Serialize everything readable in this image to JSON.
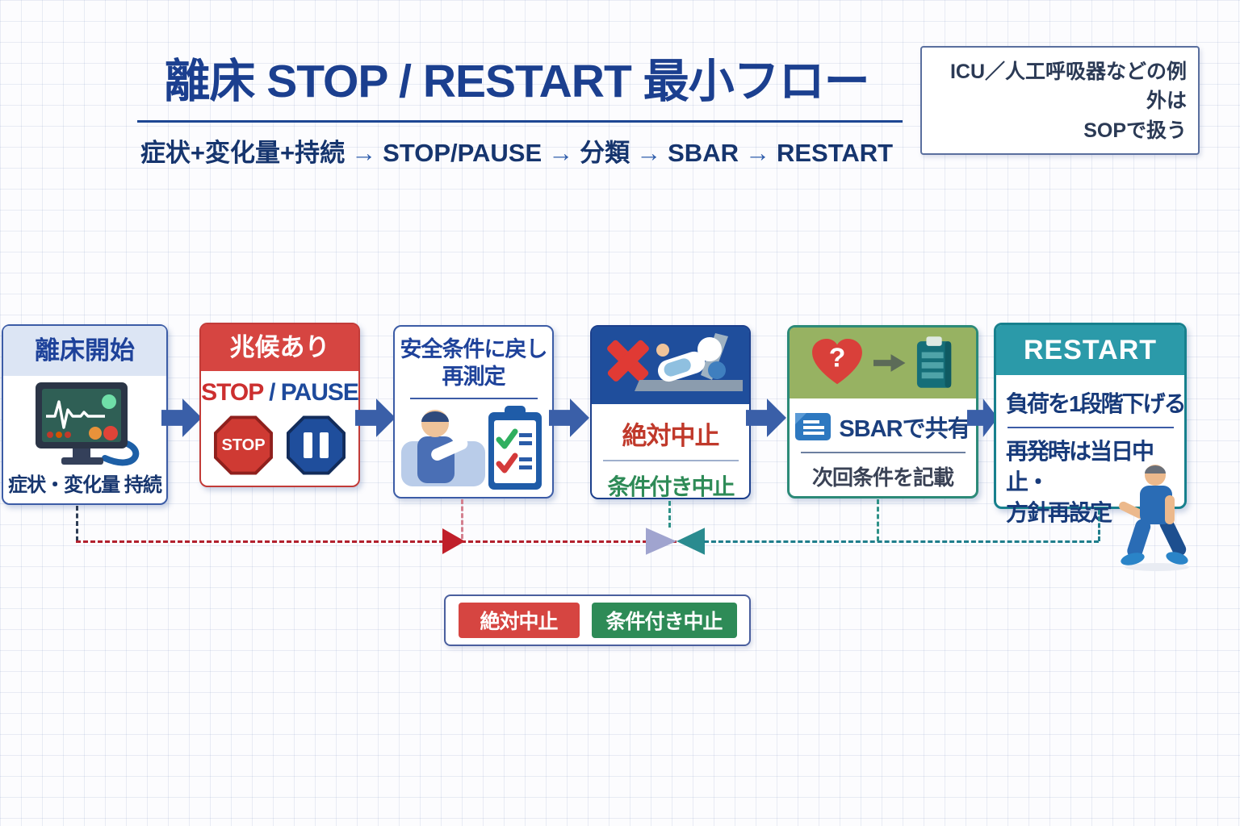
{
  "header": {
    "title": "離床 STOP / RESTART 最小フロー",
    "note_line1": "ICU／人工呼吸器などの例外は",
    "note_line2": "SOPで扱う"
  },
  "subtitle": {
    "seg1": "症状+変化量+持続",
    "seg2": "STOP/PAUSE",
    "seg3": "分類",
    "seg4": "SBAR",
    "seg5": "RESTART",
    "arrow": "→"
  },
  "steps": {
    "start": {
      "header": "離床開始",
      "caption": "症状・変化量 持続",
      "icon": "patient-monitor-icon"
    },
    "sign": {
      "header": "兆候あり",
      "stop_word": "STOP",
      "slash": "/",
      "pause_word": "PAUSE",
      "stop_sign_label": "STOP",
      "icons": [
        "stop-sign-icon",
        "pause-icon"
      ]
    },
    "remeasure": {
      "title_line1": "安全条件に戻し",
      "title_line2": "再測定",
      "icon": "patient-checklist-icon"
    },
    "classify": {
      "absolute": "絶対中止",
      "conditional": "条件付き中止",
      "icons": [
        "x-mark-icon",
        "bed-patient-icon"
      ]
    },
    "sbar": {
      "share": "SBARで共有",
      "note": "次回条件を記載",
      "question_mark": "?",
      "icons": [
        "heart-question-icon",
        "arrow-right-icon",
        "record-clipboard-icon",
        "document-icon"
      ]
    },
    "restart": {
      "header": "RESTART",
      "line1": "負荷を1段階下げる",
      "line2": "再発時は当日中止・",
      "line3": "方針再設定",
      "icon": "walking-person-icon"
    }
  },
  "legend": {
    "absolute": "絶対中止",
    "conditional": "条件付き中止"
  },
  "colors": {
    "brand_blue": "#1b3f8f",
    "navy": "#16356e",
    "red": "#cf3a33",
    "dark_red": "#b2212e",
    "green": "#2e8b57",
    "teal": "#2b9aa9",
    "teal_dark": "#17808d",
    "olive_green": "#97b262",
    "header_light_blue": "#dce5f4",
    "flow_arrow_blue": "#3a5fa8",
    "lavender": "#a0a4cf",
    "pink_dash": "#d4808f"
  }
}
